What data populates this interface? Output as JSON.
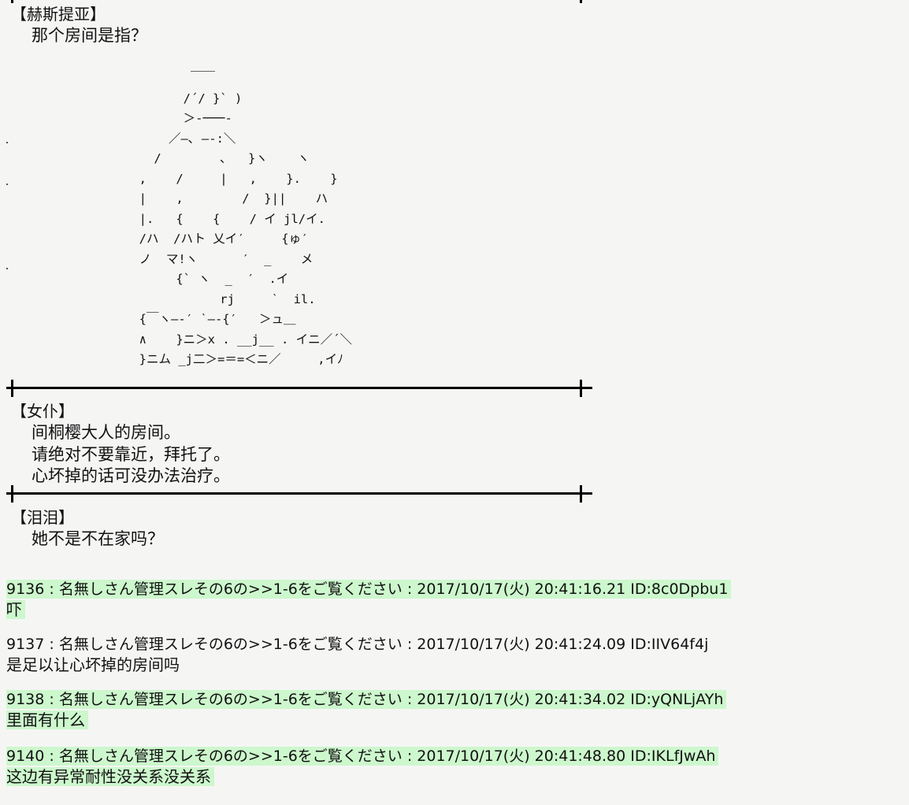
{
  "top_section": {
    "speaker": "【赫斯提亚】",
    "lines": [
      "那个房间是指？"
    ]
  },
  "ascii_art": {
    "lines": [
      "            ￣￣",
      "           /´/ }` )",
      "           ＞‐───‐",
      "         ／―､ ―‐:＼",
      "       /        ､   }ヽ    ヽ",
      "     ,    /     |   ,    }.    }",
      "     |    ,        /  }||    ハ",
      "     |.   {    {    / イ jl/イ.",
      "     /ハ  /ハト 乂イ′     {ゅ′",
      "     ノ  マ!ヽ      ′  _    メ",
      "          {` ヽ  _  ′  .イ",
      "                rj     ˋ  il.",
      "     {￣ヽ―‐′ ˋ―‐{′   ＞ュ＿",
      "     ∧    }ニ＞x . __j__ . イニ／´＼",
      "     }ニム _j二＞=＝=＜ニ／     ,イﾉ"
    ]
  },
  "maid_section": {
    "speaker": "【女仆】",
    "lines": [
      "间桐樱大人的房间。",
      "请绝对不要靠近，拜托了。",
      "心坏掉的话可没办法治疗。"
    ]
  },
  "second_section": {
    "speaker": "【泪泪】",
    "lines": [
      "她不是不在家吗？"
    ]
  },
  "posts": [
    {
      "number": "9136",
      "name": "名無しさん管理スレその6の>>1-6をご覧ください",
      "datetime": "2017/10/17(火) 20:41:16.21",
      "id": "ID:8c0Dpbu1",
      "body": "吓",
      "highlighted": true
    },
    {
      "number": "9137",
      "name": "名無しさん管理スレその6の>>1-6をご覧ください",
      "datetime": "2017/10/17(火) 20:41:24.09",
      "id": "ID:IIV64f4j",
      "body": "是足以让心坏掉的房间吗",
      "highlighted": false
    },
    {
      "number": "9138",
      "name": "名無しさん管理スレその6の>>1-6をご覧ください",
      "datetime": "2017/10/17(火) 20:41:34.02",
      "id": "ID:yQNLjAYh",
      "body": "里面有什么",
      "highlighted": true
    },
    {
      "number": "9140",
      "name": "名無しさん管理スレその6の>>1-6をご覧ください",
      "datetime": "2017/10/17(火) 20:41:48.80",
      "id": "ID:IKLfJwAh",
      "body": "这边有异常耐性没关系没关系",
      "highlighted": true
    }
  ],
  "separator": " : "
}
